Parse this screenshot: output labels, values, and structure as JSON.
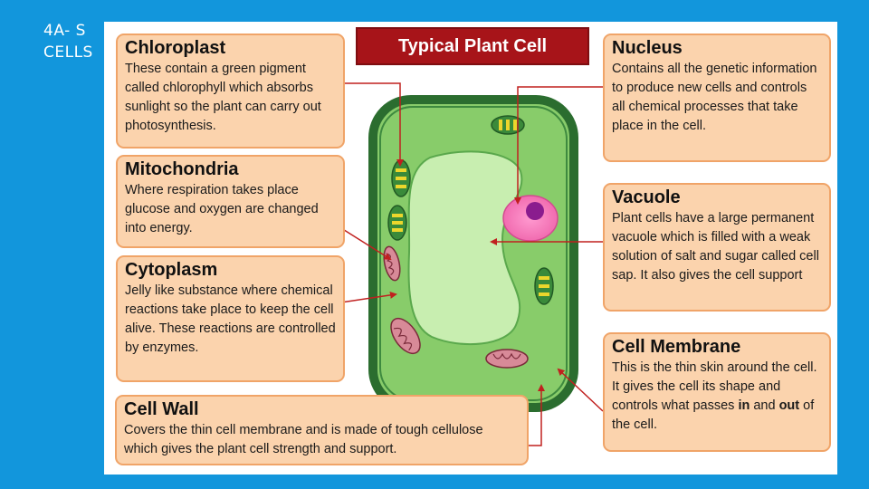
{
  "slide": {
    "label_line1": "4A- S",
    "label_line2": "CELLS"
  },
  "diagram": {
    "title": "Typical Plant Cell",
    "colors": {
      "background": "#1296dc",
      "box_fill": "#fbd3ad",
      "box_border": "#f0a468",
      "title_fill": "#a71419",
      "cell_wall": "#2b6d2f",
      "cytoplasm": "#8fd16b",
      "vacuole": "#c8eeb0",
      "arrow": "#c0201f",
      "nucleus": "#e2189a"
    },
    "boxes": {
      "chloroplast": {
        "heading": "Chloroplast",
        "text": "These contain a green pigment called chlorophyll which absorbs sunlight so the plant can carry out photosynthesis."
      },
      "mitochondria": {
        "heading": "Mitochondria",
        "text": "Where respiration takes place glucose and oxygen are changed into energy."
      },
      "cytoplasm": {
        "heading": "Cytoplasm",
        "text": "Jelly like substance where chemical reactions take place to keep the cell alive. These reactions are controlled by enzymes."
      },
      "cell_wall": {
        "heading": "Cell Wall",
        "text": "Covers the thin cell membrane and is made of tough cellulose which gives the plant cell strength and support."
      },
      "nucleus": {
        "heading": "Nucleus",
        "text": "Contains all the genetic information to produce new cells and controls all chemical processes that take place in the cell."
      },
      "vacuole": {
        "heading": "Vacuole",
        "text": "Plant cells have a large permanent vacuole which is filled with a weak solution of salt and sugar called cell sap. It also gives the cell support"
      },
      "cell_membrane": {
        "heading": "Cell Membrane",
        "text_before_in": "This is the thin skin around the cell. It gives the cell its shape and controls what passes ",
        "word_in": "in",
        "text_middle": " and ",
        "word_out": "out",
        "text_after_out": " of the cell."
      }
    }
  }
}
